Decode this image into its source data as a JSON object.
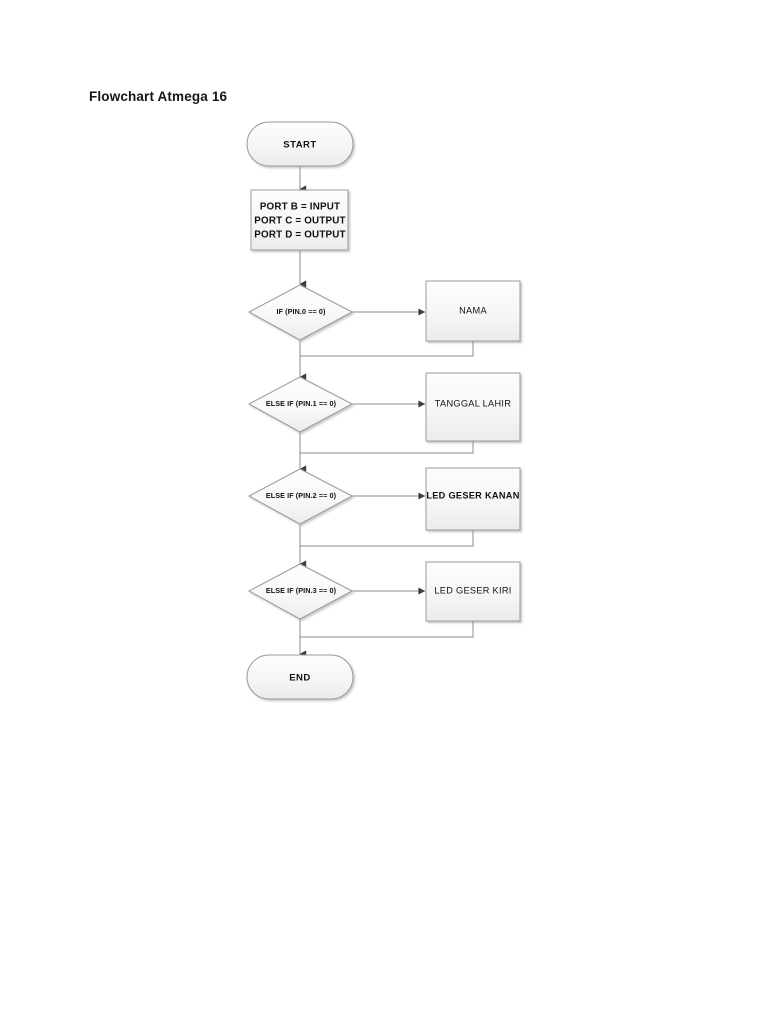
{
  "document": {
    "title": "Flowchart Atmega 16",
    "background_color": "#ffffff"
  },
  "theme": {
    "shape_fill_top": "#fdfdfd",
    "shape_fill_bottom": "#eeeeee",
    "shape_stroke": "#9c9c9c",
    "connector_stroke": "#8c8c8c",
    "arrow_color": "#3d3d3d",
    "text_color": "#111111"
  },
  "chart_data": {
    "type": "diagram",
    "diagram_kind": "flowchart",
    "title": "Flowchart Atmega 16",
    "orientation": "top-to-bottom",
    "nodes": [
      {
        "id": "start",
        "kind": "terminator",
        "label": "START"
      },
      {
        "id": "ports",
        "kind": "process",
        "label": "PORT B = INPUT\nPORT C = OUTPUT\nPORT D = OUTPUT",
        "lines": [
          "PORT B = INPUT",
          "PORT C = OUTPUT",
          "PORT D = OUTPUT"
        ]
      },
      {
        "id": "dec0",
        "kind": "decision",
        "label": "IF (PIN.0 == 0)"
      },
      {
        "id": "act0",
        "kind": "io",
        "label": "NAMA",
        "bold": false
      },
      {
        "id": "dec1",
        "kind": "decision",
        "label": "ELSE IF (PIN.1 == 0)"
      },
      {
        "id": "act1",
        "kind": "io",
        "label": "TANGGAL LAHIR",
        "bold": false
      },
      {
        "id": "dec2",
        "kind": "decision",
        "label": "ELSE IF (PIN.2 == 0)"
      },
      {
        "id": "act2",
        "kind": "io",
        "label": "LED GESER KANAN",
        "bold": true
      },
      {
        "id": "dec3",
        "kind": "decision",
        "label": "ELSE IF (PIN.3 == 0)"
      },
      {
        "id": "act3",
        "kind": "io",
        "label": "LED GESER KIRI",
        "bold": false
      },
      {
        "id": "end",
        "kind": "terminator",
        "label": "END"
      }
    ],
    "edges": [
      {
        "from": "start",
        "to": "ports",
        "kind": "straight-down"
      },
      {
        "from": "ports",
        "to": "dec0",
        "kind": "straight-down"
      },
      {
        "from": "dec0",
        "to": "act0",
        "kind": "branch-right"
      },
      {
        "from": "act0",
        "to": "dec1",
        "kind": "return-left-down"
      },
      {
        "from": "dec0",
        "to": "dec1",
        "kind": "straight-down"
      },
      {
        "from": "dec1",
        "to": "act1",
        "kind": "branch-right"
      },
      {
        "from": "act1",
        "to": "dec2",
        "kind": "return-left-down"
      },
      {
        "from": "dec1",
        "to": "dec2",
        "kind": "straight-down"
      },
      {
        "from": "dec2",
        "to": "act2",
        "kind": "branch-right"
      },
      {
        "from": "act2",
        "to": "dec3",
        "kind": "return-left-down"
      },
      {
        "from": "dec2",
        "to": "dec3",
        "kind": "straight-down"
      },
      {
        "from": "dec3",
        "to": "act3",
        "kind": "branch-right"
      },
      {
        "from": "act3",
        "to": "end",
        "kind": "return-left-down"
      },
      {
        "from": "dec3",
        "to": "end",
        "kind": "straight-down"
      }
    ]
  },
  "labels": {
    "start": "START",
    "end": "END",
    "ports_line1": "PORT B = INPUT",
    "ports_line2": "PORT C = OUTPUT",
    "ports_line3": "PORT D = OUTPUT",
    "decision_0": "IF (PIN.0 == 0)",
    "decision_1": "ELSE IF (PIN.1 == 0)",
    "decision_2": "ELSE IF (PIN.2 == 0)",
    "decision_3": "ELSE IF (PIN.3 == 0)",
    "action_0": "NAMA",
    "action_1": "TANGGAL LAHIR",
    "action_2": "LED GESER KANAN",
    "action_3": "LED GESER KIRI"
  }
}
